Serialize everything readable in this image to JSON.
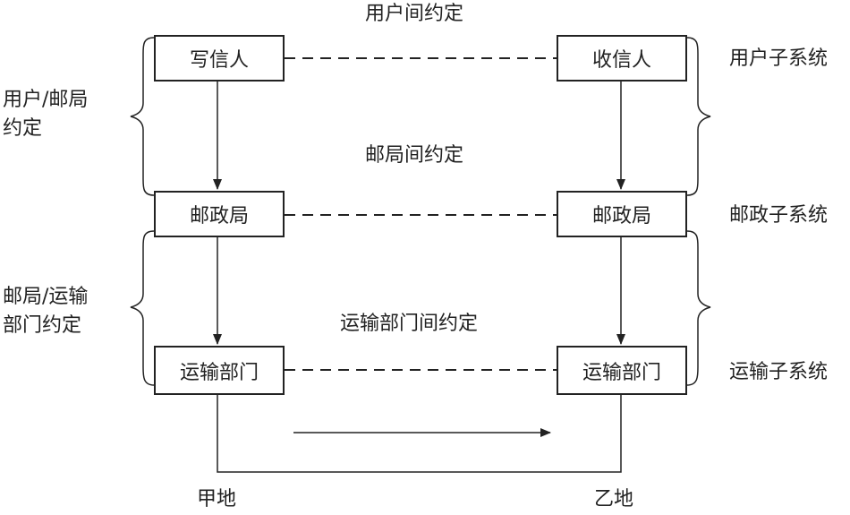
{
  "top_protocol": "用户间约定",
  "middle_protocol": "邮局间约定",
  "lower_protocol": "运输部门间约定",
  "left": {
    "sender": "写信人",
    "post": "邮政局",
    "transport": "运输部门",
    "place": "甲地",
    "user_post_line1": "用户/邮局",
    "user_post_line2": "约定",
    "post_transport_line1": "邮局/运输",
    "post_transport_line2": "部门约定"
  },
  "right": {
    "receiver": "收信人",
    "post": "邮政局",
    "transport": "运输部门",
    "place": "乙地",
    "user_subsystem": "用户子系统",
    "post_subsystem": "邮政子系统",
    "transport_subsystem": "运输子系统"
  }
}
